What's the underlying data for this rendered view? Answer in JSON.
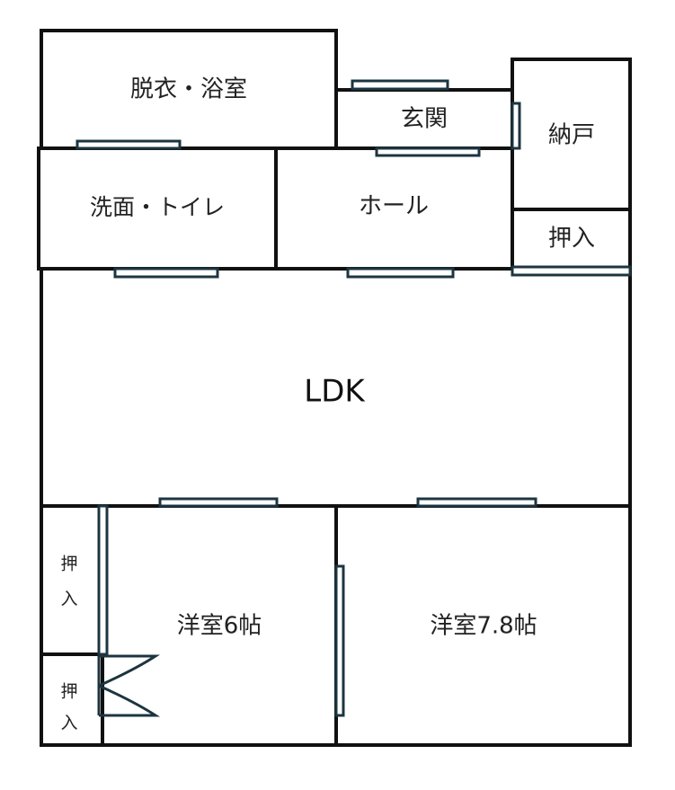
{
  "rooms": {
    "bath": "脱衣・浴室",
    "entrance": "玄関",
    "storage": "納戸",
    "washroom": "洗面・トイレ",
    "hall": "ホール",
    "closet_top": "押入",
    "ldk": "LDK",
    "closet_left_upper": [
      "押",
      "入"
    ],
    "closet_left_lower": [
      "押",
      "入"
    ],
    "western_6": "洋室6帖",
    "western_78": "洋室7.8帖"
  }
}
